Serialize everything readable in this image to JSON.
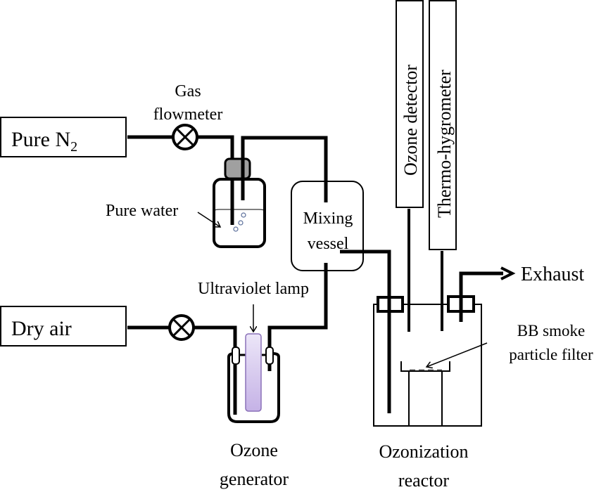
{
  "diagram": {
    "type": "experimental apparatus schematic",
    "components": {
      "n2_source": {
        "label": "Pure N",
        "subscript": "2"
      },
      "dry_air_source": {
        "label": "Dry air"
      },
      "flowmeter": {
        "label_line1": "Gas",
        "label_line2": "flowmeter"
      },
      "water_bottle": {
        "label": "Pure water"
      },
      "mixing_vessel": {
        "label_line1": "Mixing",
        "label_line2": "vessel"
      },
      "uv_lamp": {
        "label": "Ultraviolet lamp",
        "color": "#c9b6e8"
      },
      "ozone_generator": {
        "label_line1": "Ozone",
        "label_line2": "generator"
      },
      "ozone_detector": {
        "label": "Ozone detector"
      },
      "thermo_hygrometer": {
        "label": "Thermo-hygrometer"
      },
      "exhaust": {
        "label": "Exhaust"
      },
      "filter": {
        "label_line1": "BB smoke",
        "label_line2": "particle filter"
      },
      "reactor": {
        "label_line1": "Ozonization",
        "label_line2": "reactor"
      }
    },
    "colors": {
      "line": "#000000",
      "cap": "#a0a0a0",
      "water_bubble": "#5a6e9a",
      "lamp_fill": "#d8ccf0",
      "lamp_stroke": "#8a70b8",
      "filter": "#666666"
    }
  }
}
